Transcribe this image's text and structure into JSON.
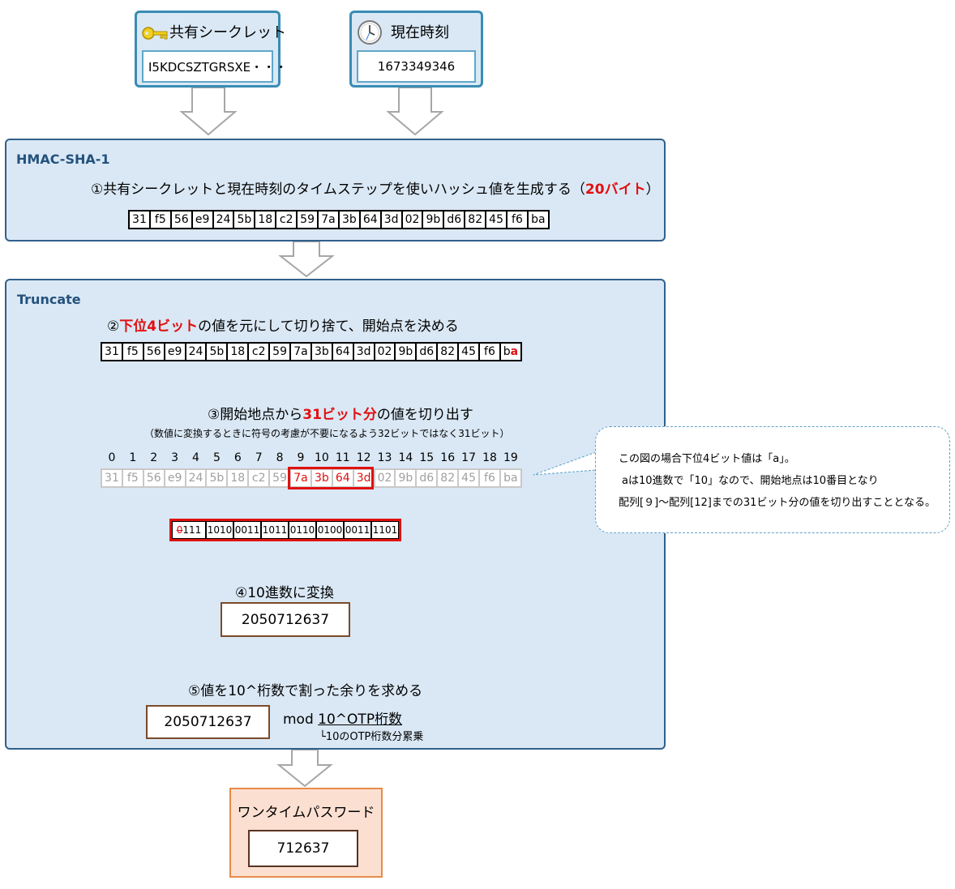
{
  "secret": {
    "title": "共有シークレット",
    "value": "I5KDCSZTGRSXE・・・"
  },
  "time": {
    "title": "現在時刻",
    "value": "1673349346"
  },
  "hmac": {
    "title": "HMAC-SHA-1",
    "step_prefix": "①共有シークレットと現在時刻のタイムステップを使いハッシュ値を生成する（",
    "step_red": "20バイト",
    "step_suffix": "）"
  },
  "bytes": [
    "31",
    "f5",
    "56",
    "e9",
    "24",
    "5b",
    "18",
    "c2",
    "59",
    "7a",
    "3b",
    "64",
    "3d",
    "02",
    "9b",
    "d6",
    "82",
    "45",
    "f6",
    "ba"
  ],
  "truncate": {
    "title": "Truncate",
    "step2_prefix": "②",
    "step2_red": "下位4ビット",
    "step2_suffix": "の値を元にして切り捨て、開始点を決める",
    "last_byte_a": "b",
    "last_byte_b": "a",
    "step3_prefix": "③開始地点から",
    "step3_red": "31ビット分",
    "step3_suffix": "の値を切り出す",
    "step3_note": "（数値に変換するときに符号の考慮が不要になるよう32ビットではなく31ビット）",
    "indices": [
      "0",
      "1",
      "2",
      "3",
      "4",
      "5",
      "6",
      "7",
      "8",
      "9",
      "10",
      "11",
      "12",
      "13",
      "14",
      "15",
      "16",
      "17",
      "18",
      "19"
    ],
    "first_bit": "0",
    "first_rest": "111",
    "bits": [
      "1010",
      "0011",
      "1011",
      "0110",
      "0100",
      "0011",
      "1101"
    ],
    "step4": "④10進数に変換",
    "decimal": "2050712637",
    "step5": "⑤値を10^桁数で割った余りを求める",
    "mod_value": "2050712637",
    "mod_label": "mod",
    "mod_expr": "10^OTP桁数",
    "mod_note": "└10のOTP桁数分累乗"
  },
  "bubble": {
    "line1": "この図の場合下位4ビット値は「a」。",
    "line2": "aは10進数で「10」なので、開始地点は10番目となり",
    "line3": "配列[９]～配列[12]までの31ビット分の値を切り出すこととなる。"
  },
  "otp": {
    "title": "ワンタイムパスワード",
    "value": "712637"
  },
  "colors": {
    "panel": "#dae8f5",
    "accent_red": "#e01010",
    "panel_border": "#31608c",
    "otp_bg": "#fbe0d2",
    "otp_border": "#e88a48"
  }
}
